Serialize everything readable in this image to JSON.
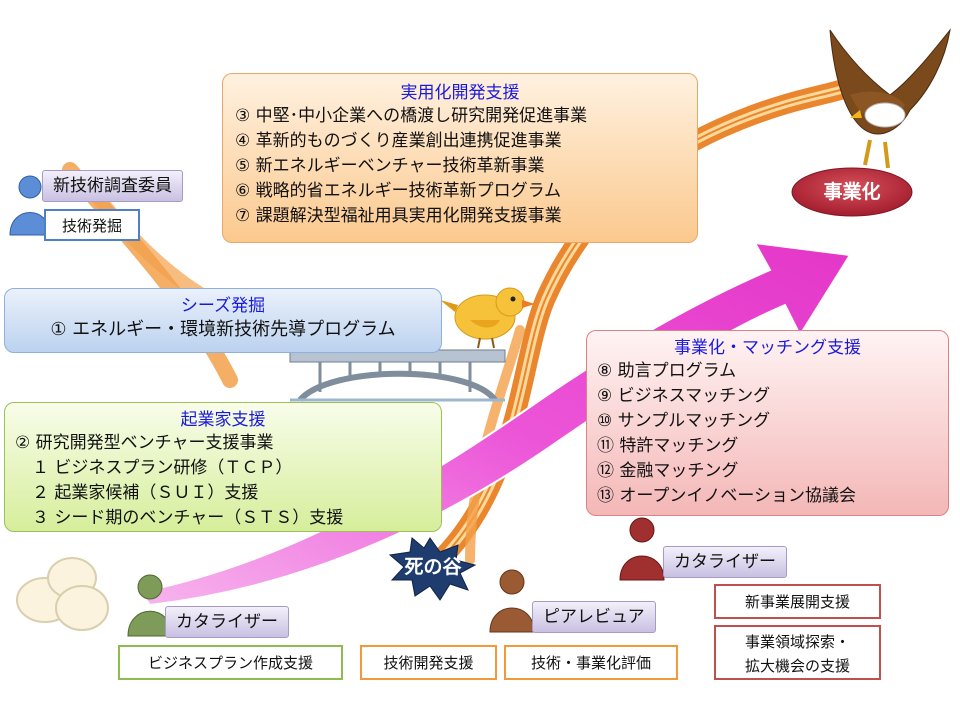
{
  "jitsuyo": {
    "title": "実用化開発支援",
    "items": [
      "③ 中堅･中小企業への橋渡し研究開発促進事業",
      "④ 革新的ものづくり産業創出連携促進事業",
      "⑤ 新エネルギーベンチャー技術革新事業",
      "⑥ 戦略的省エネルギー技術革新プログラム",
      "⑦ 課題解決型福祉用具実用化開発支援事業"
    ]
  },
  "seeds": {
    "title": "シーズ発掘",
    "items": [
      "① エネルギー・環境新技術先導プログラム"
    ]
  },
  "kigyo": {
    "title": "起業家支援",
    "items": [
      "② 研究開発型ベンチャー支援事業",
      "　１ ビジネスプラン研修（ＴＣＰ）",
      "　２ 起業家候補（ＳＵＩ）支援",
      "　３ シード期のベンチャー（ＳＴＳ）支援"
    ]
  },
  "jigyo": {
    "title": "事業化・マッチング支援",
    "items": [
      "⑧ 助言プログラム",
      "⑨ ビジネスマッチング",
      "⑩ サンプルマッチング",
      "⑪ 特許マッチング",
      "⑫ 金融マッチング",
      "⑬ オープンイノベーション協議会"
    ]
  },
  "commercialization": "事業化",
  "valley_of_death": "死の谷",
  "roles": {
    "committee": {
      "label": "新技術調査委員",
      "tag": "技術発掘"
    },
    "catalyzer_left": {
      "label": "カタライザー",
      "tag": "ビジネスプラン作成支援"
    },
    "tech_dev_support": "技術開発支援",
    "peer_review": {
      "label": "ピアレビュア",
      "tag": "技術・事業化評価"
    },
    "catalyzer_right": {
      "label": "カタライザー",
      "tags": [
        "新事業展開支援",
        "事業領域探索・\n拡大機会の支援"
      ]
    }
  },
  "colors": {
    "title_blue": "#1a1adc",
    "arrow_pink": "#e83ccc",
    "road_orange": "#f09a3a",
    "commercialization_red": "#b82a3a"
  },
  "icons": [
    "person-blue-icon",
    "person-green-icon",
    "person-brown-icon",
    "person-red-icon",
    "eagle-icon",
    "bird-icon",
    "eggs-icon",
    "bridge-icon",
    "starburst-icon"
  ]
}
